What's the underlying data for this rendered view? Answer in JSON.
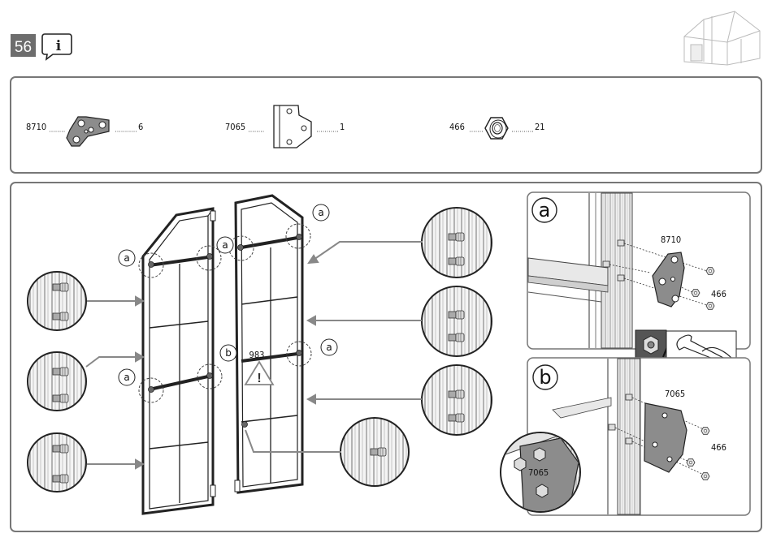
{
  "step": {
    "number": "56",
    "info_icon": "info-icon",
    "header_icon": "greenhouse-icon"
  },
  "parts": [
    {
      "code": "8710",
      "qty": "6",
      "icon": "connector-plate-icon"
    },
    {
      "code": "7065",
      "qty": "1",
      "icon": "bracket-plate-icon"
    },
    {
      "code": "466",
      "qty": "21",
      "icon": "hex-nut-icon"
    }
  ],
  "callouts": {
    "a": "a",
    "b": "b"
  },
  "warning": {
    "code": "983",
    "icon": "warning-triangle-icon"
  },
  "detail_a": {
    "title": "a",
    "part": "8710",
    "nut": "466",
    "tool_icon": "wrench-icon"
  },
  "detail_b": {
    "title": "b",
    "part": "7065",
    "nut": "466",
    "zoom_part": "7065"
  },
  "colors": {
    "frame": "#2b2b2b",
    "panel_border": "#777777",
    "metal": "#9a9a9a",
    "step_badge": "#6d6d6d"
  }
}
